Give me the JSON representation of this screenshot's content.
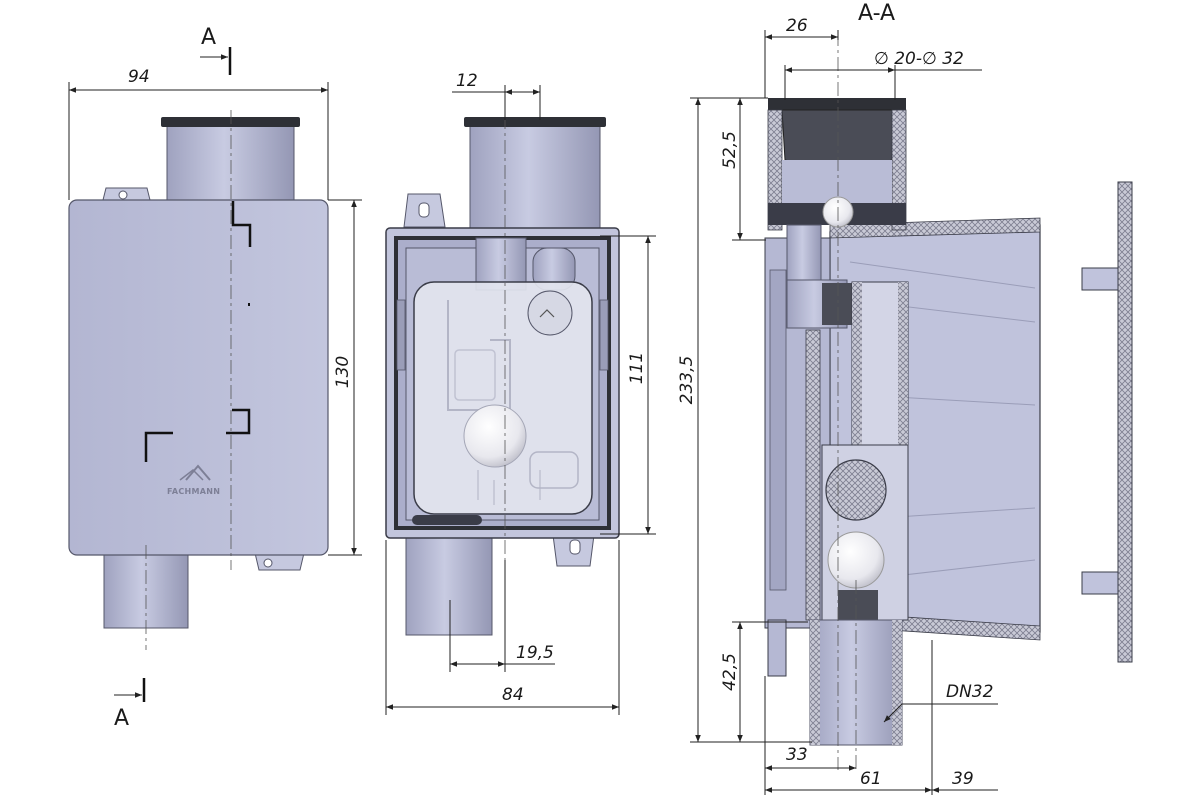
{
  "section_marks": {
    "top": "A",
    "bottom": "A",
    "view_title": "A-A"
  },
  "brand": "FACHMANN",
  "dimensions": {
    "front_width": "94",
    "front_height": "130",
    "open_top_offset": "12",
    "open_inner_height": "111",
    "open_outlet_offset": "19,5",
    "open_width": "84",
    "section_inlet_width": "26",
    "section_inlet_diameter": "∅ 20-∅ 32",
    "section_top_height": "52,5",
    "section_total_height": "233,5",
    "section_outlet_height": "42,5",
    "section_outlet_size": "DN32",
    "section_outlet_offset": "33",
    "section_body_depth": "61",
    "section_flange_depth": "39"
  },
  "colors": {
    "body": "#b9bcd6",
    "body_light": "#cdd0e6",
    "body_dark": "#8e91ad",
    "cap": "#2e3036",
    "insert": "#e4e6ee",
    "outline": "#3a3c48"
  }
}
